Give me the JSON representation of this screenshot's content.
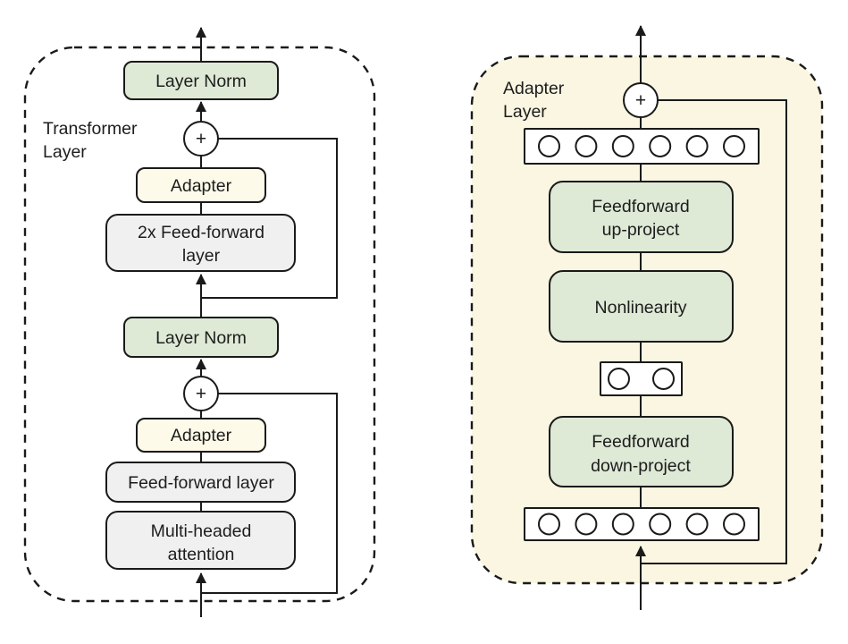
{
  "colors": {
    "box_green": "#dee9d6",
    "box_cream": "#fdfae9",
    "box_gray": "#f0f0f1",
    "adapter_bg": "#faf6e1",
    "node_white": "#ffffff",
    "line": "#1a1a1a",
    "text": "#1d1d1d"
  },
  "transformer_diagram": {
    "label_line1": "Transformer",
    "label_line2": "Layer",
    "layer_norm_top": "Layer Norm",
    "plus_top": "+",
    "adapter_top": "Adapter",
    "feedforward_2x_line1": "2x Feed-forward",
    "feedforward_2x_line2": "layer",
    "layer_norm_mid": "Layer Norm",
    "plus_bottom": "+",
    "adapter_bottom": "Adapter",
    "feedforward_layer": "Feed-forward layer",
    "attention_line1": "Multi-headed",
    "attention_line2": "attention"
  },
  "adapter_diagram": {
    "label_line1": "Adapter",
    "label_line2": "Layer",
    "plus": "+",
    "feedforward_up_line1": "Feedforward",
    "feedforward_up_line2": "up-project",
    "nonlinearity": "Nonlinearity",
    "feedforward_down_line1": "Feedforward",
    "feedforward_down_line2": "down-project",
    "top_node_count": 6,
    "bottleneck_node_count": 2,
    "bottom_node_count": 6
  }
}
